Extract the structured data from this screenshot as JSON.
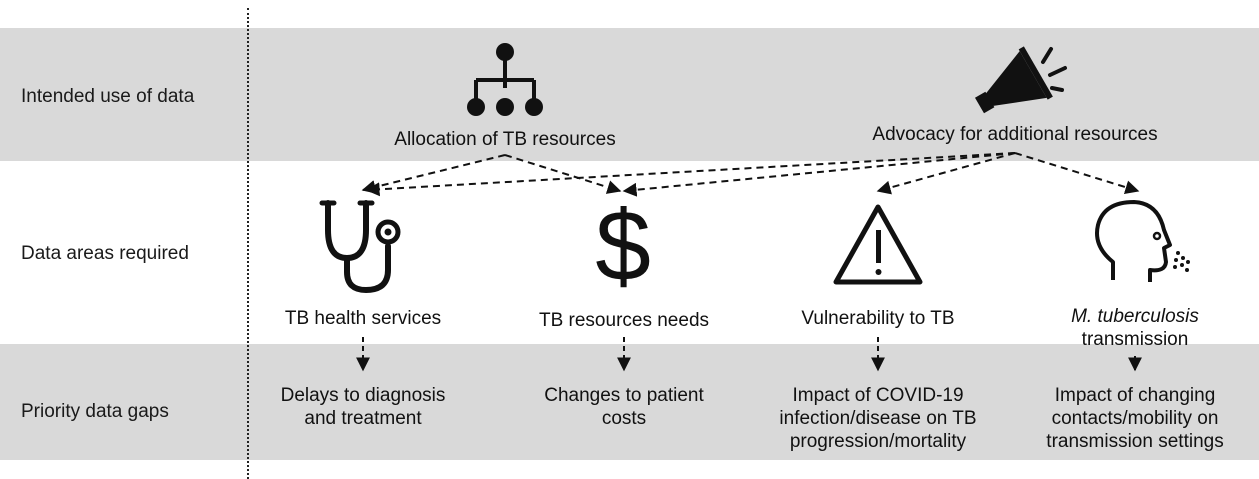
{
  "row_labels": {
    "intended_use": "Intended use of data",
    "data_areas": "Data areas required",
    "priority_gaps": "Priority data gaps"
  },
  "intended_uses": {
    "allocation": {
      "label": "Allocation of TB resources",
      "icon": "hierarchy-icon"
    },
    "advocacy": {
      "label": "Advocacy for additional resources",
      "icon": "megaphone-icon"
    }
  },
  "data_areas": [
    {
      "label": "TB health services",
      "icon": "stethoscope-icon"
    },
    {
      "label": "TB resources needs",
      "icon": "dollar-icon"
    },
    {
      "label": "Vulnerability to TB",
      "icon": "warning-triangle-icon"
    },
    {
      "label_italic": "M. tuberculosis",
      "label_rest": "transmission",
      "icon": "head-cough-icon"
    }
  ],
  "data_gaps": [
    {
      "line1": "Delays to diagnosis",
      "line2": "and treatment"
    },
    {
      "line1": "Changes to patient",
      "line2": "costs"
    },
    {
      "line1": "Impact of COVID-19",
      "line2": "infection/disease on TB",
      "line3": "progression/mortality"
    },
    {
      "line1": "Impact of changing",
      "line2": "contacts/mobility on",
      "line3": "transmission settings"
    }
  ]
}
